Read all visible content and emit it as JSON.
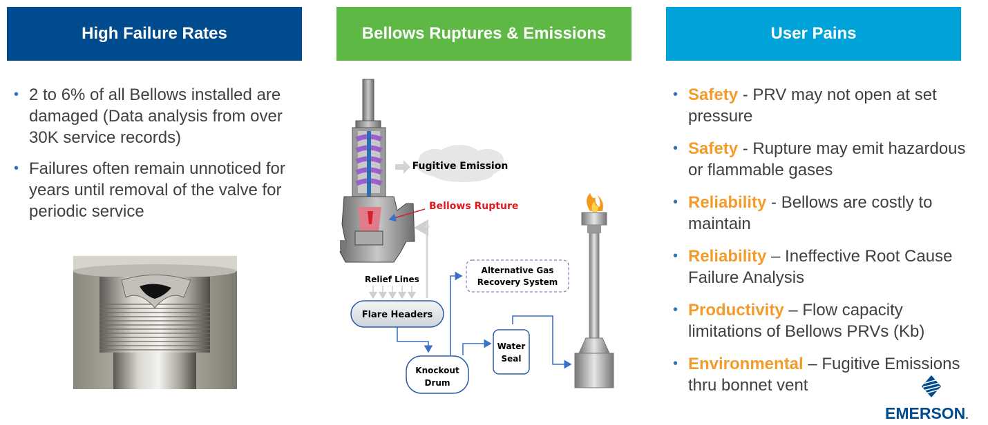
{
  "columns": {
    "left": {
      "header": "High Failure Rates",
      "header_color": "#004B8D",
      "bullets": [
        "2 to 6% of all Bellows installed are damaged (Data analysis from over 30K service records)",
        "Failures often remain unnoticed for years until removal of the valve for periodic service"
      ]
    },
    "middle": {
      "header": "Bellows Ruptures & Emissions",
      "header_color": "#5DB844",
      "diagram": {
        "fugitive_emission": "Fugitive Emission",
        "bellows_rupture": "Bellows Rupture",
        "relief_lines": "Relief Lines",
        "alt_gas_line1": "Alternative Gas",
        "alt_gas_line2": "Recovery System",
        "flare_headers": "Flare Headers",
        "knockout_line1": "Knockout",
        "knockout_line2": "Drum",
        "water_seal_line1": "Water",
        "water_seal_line2": "Seal"
      }
    },
    "right": {
      "header": "User Pains",
      "header_color": "#00A3D9",
      "accent_color": "#F39C2C",
      "bullets": [
        {
          "keyword": "Safety",
          "text": " - PRV may not open at set pressure"
        },
        {
          "keyword": "Safety",
          "text": " - Rupture may emit hazardous or flammable gases"
        },
        {
          "keyword": "Reliability",
          "text": " - Bellows are costly to maintain"
        },
        {
          "keyword": "Reliability",
          "text": " – Ineffective  Root Cause Failure Analysis"
        },
        {
          "keyword": "Productivity",
          "text": " – Flow capacity limitations of Bellows PRVs (Kb)"
        },
        {
          "keyword": "Environmental",
          "text": " – Fugitive Emissions thru bonnet vent"
        }
      ]
    }
  },
  "logo": {
    "text": "EMERSON",
    "suffix": ".",
    "color": "#004B8D"
  }
}
